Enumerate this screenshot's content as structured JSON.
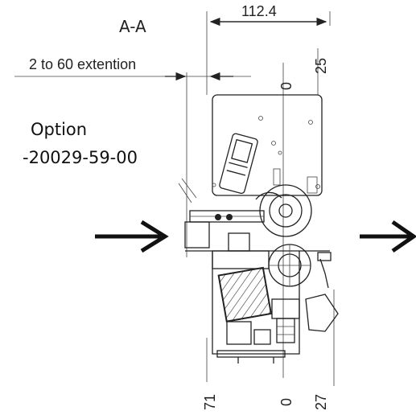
{
  "section_label": "A-A",
  "width_dimension": "112.4",
  "extension_note": "2 to 60 extention",
  "option": {
    "line1": "Option",
    "line2": "-20029-59-00"
  },
  "right_dims": [
    "0",
    "25"
  ],
  "bottom_dims": [
    "71",
    "0",
    "27"
  ]
}
